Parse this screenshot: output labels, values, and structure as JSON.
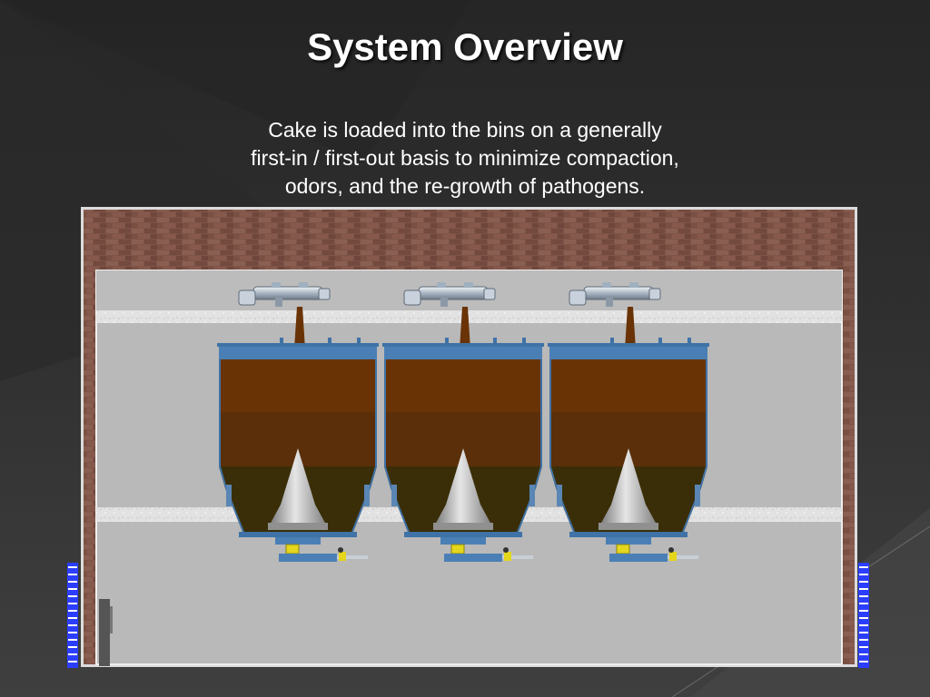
{
  "slide": {
    "title": "System Overview",
    "body_lines": [
      "Cake is loaded into the bins on a generally",
      "first-in / first-out basis to minimize compaction,",
      "odors, and the re-growth of pathogens."
    ]
  },
  "diagram": {
    "bin_count": 3,
    "colors": {
      "brick": "#7d5448",
      "floor": "#b8b8b8",
      "bin_frame": "#3f72a6",
      "cake_fresh": "#6a3305",
      "cake_middle": "#5a2f0a",
      "cake_old": "#3a2e08",
      "cone": "#b0b0b0",
      "accent_yellow": "#e3d61c"
    }
  }
}
